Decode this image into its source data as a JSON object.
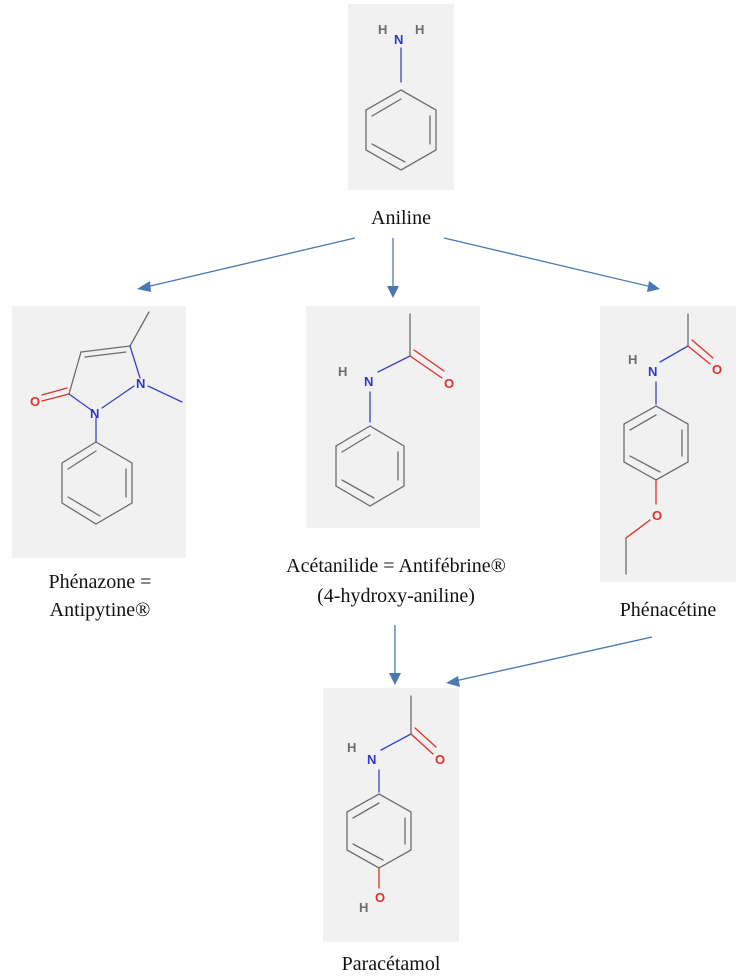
{
  "molecules": {
    "aniline": {
      "name": "Aniline"
    },
    "phenazone": {
      "name_line1": "Phénazone =",
      "name_line2": "Antipytine®"
    },
    "acetanilide": {
      "name_line1": "Acétanilide = Antifébrine®",
      "name_line2": "(4-hydroxy-aniline)"
    },
    "phenacetine": {
      "name": "Phénacétine"
    },
    "paracetamol": {
      "name": "Paracétamol"
    }
  },
  "atoms": {
    "nitrogen": "N",
    "oxygen": "O",
    "hydrogen": "H"
  },
  "colors": {
    "arrow": "#4a78b3",
    "nitrogen": "#2f36c8",
    "oxygen": "#e0302a",
    "bond": "#6d6d6d",
    "panel": "#f1f1f1"
  }
}
